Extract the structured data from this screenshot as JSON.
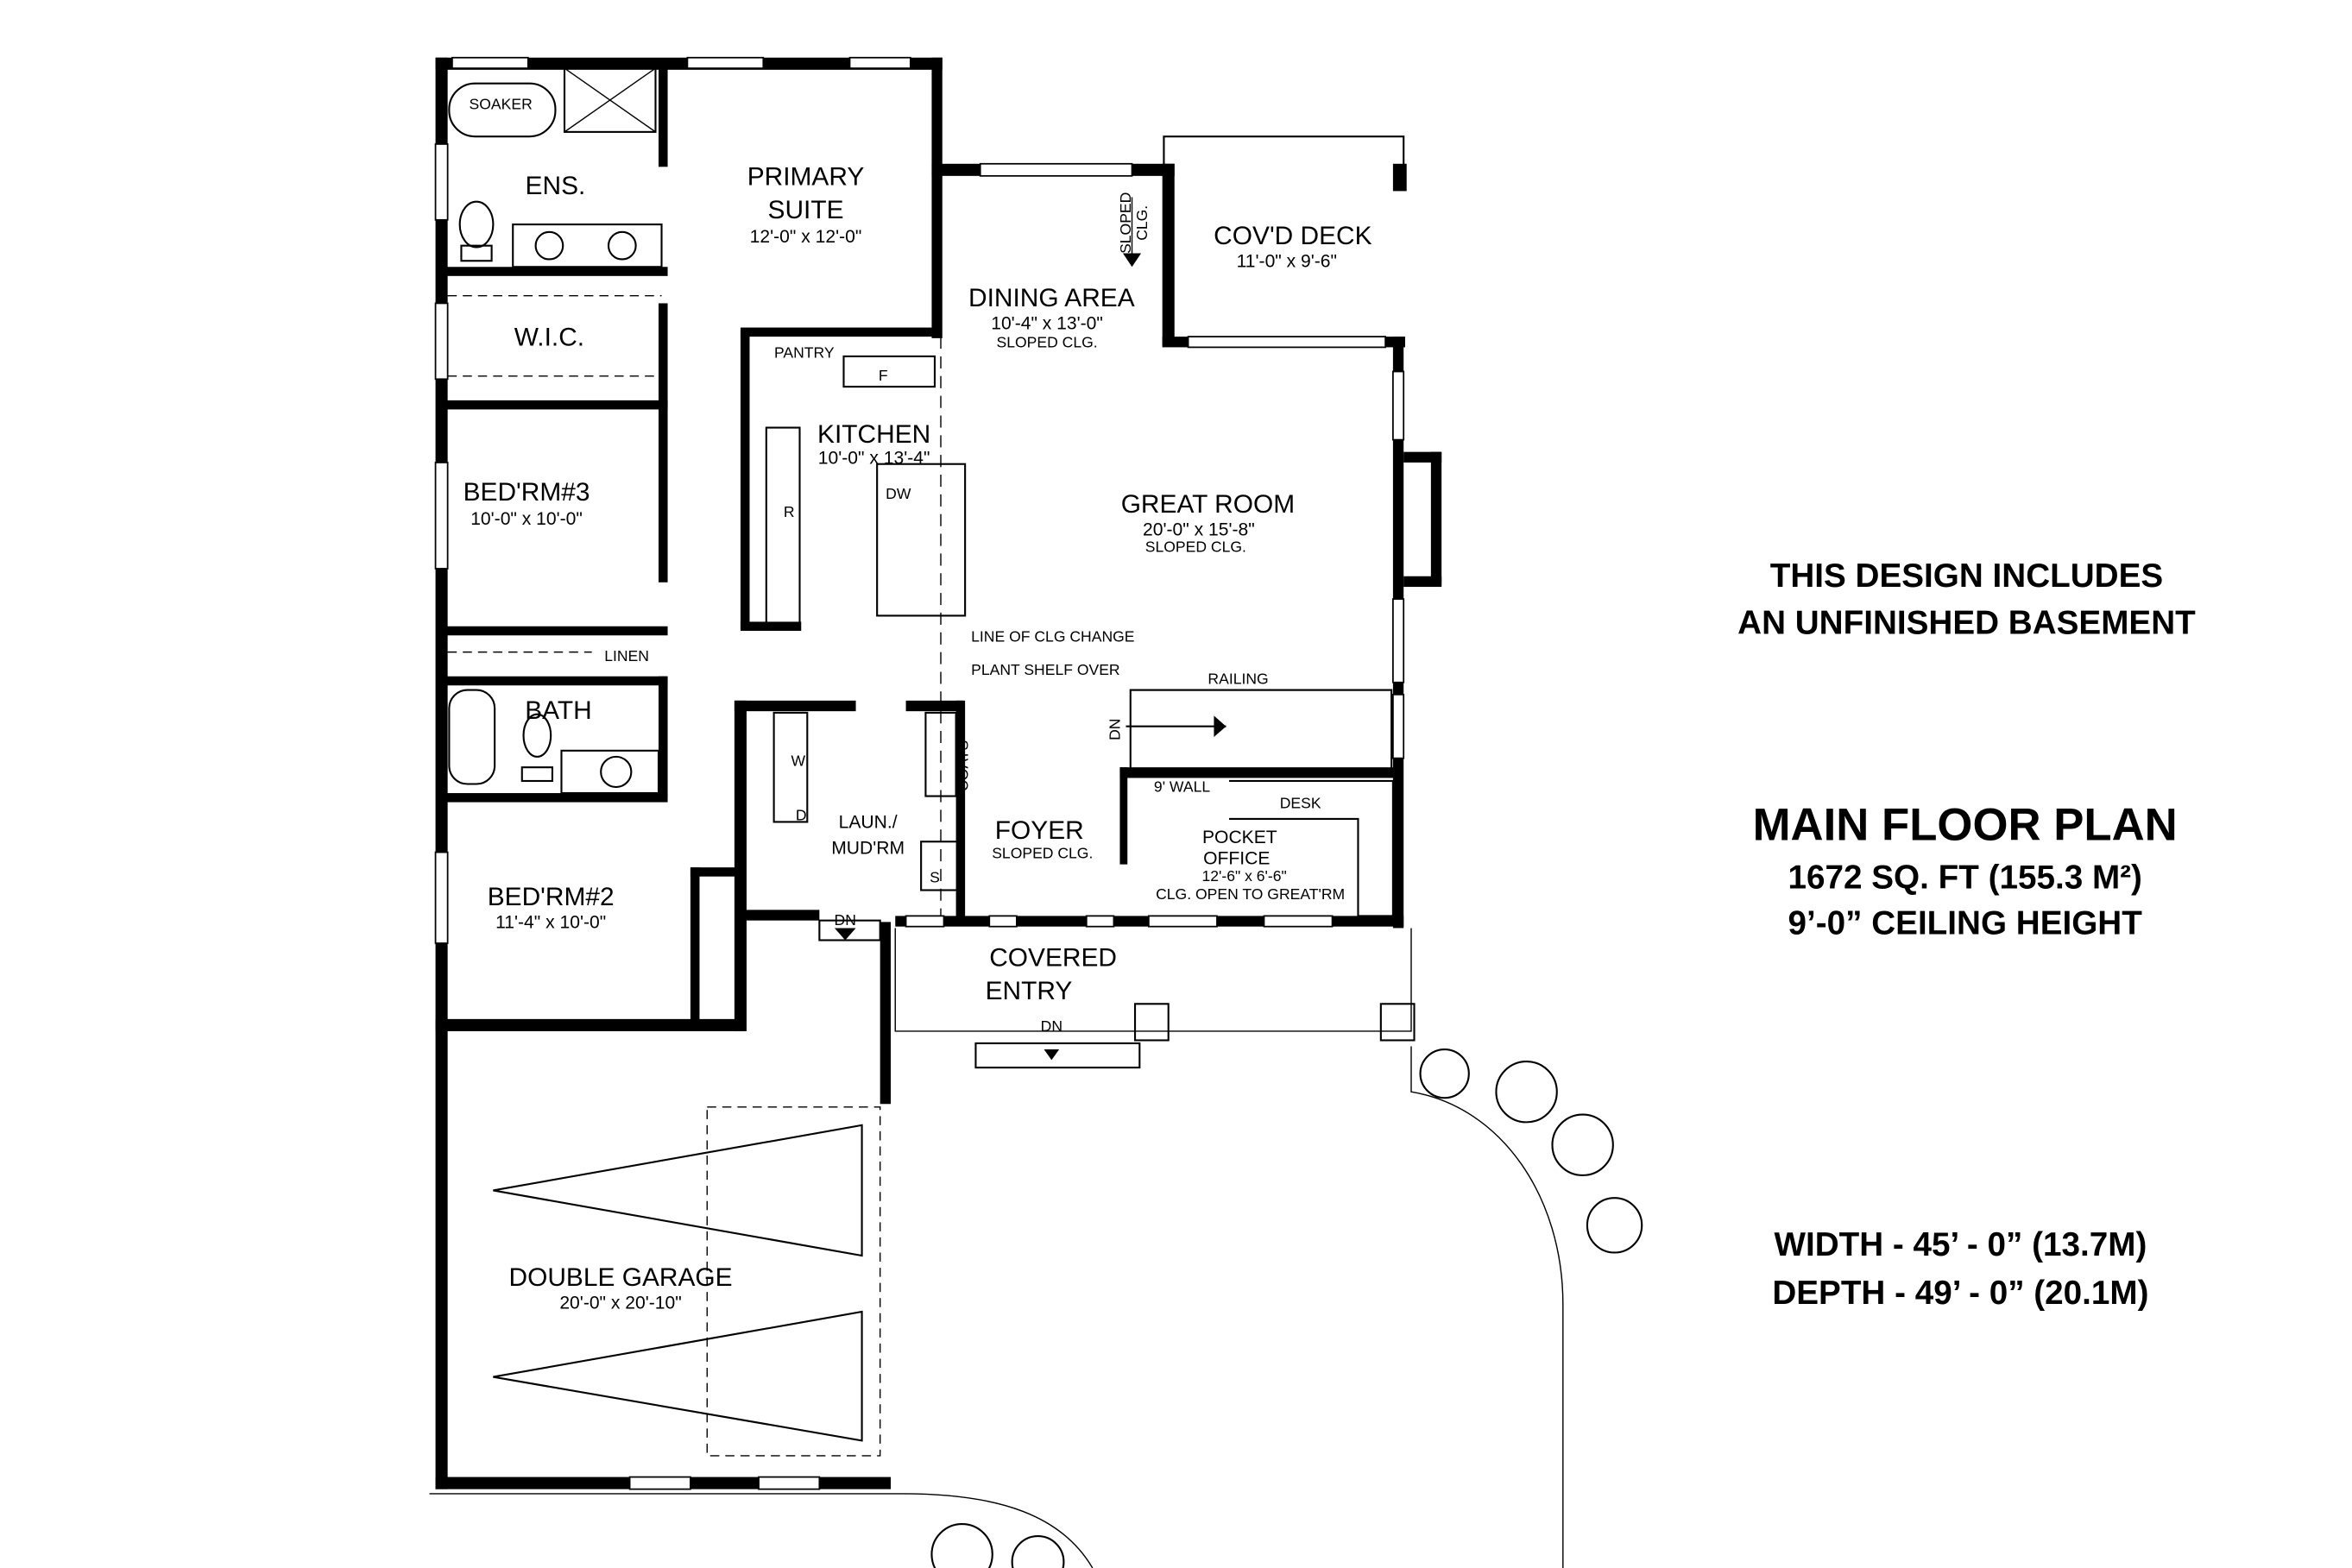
{
  "rooms": {
    "primary": {
      "name1": "PRIMARY",
      "name2": "SUITE",
      "dims": "12'-0\" x 12'-0\""
    },
    "ensuite": {
      "name": "ENS."
    },
    "soaker": {
      "name": "SOAKER"
    },
    "wic": {
      "name": "W.I.C."
    },
    "bed3": {
      "name": "BED'RM#3",
      "dims": "10'-0\" x 10'-0\""
    },
    "linen": {
      "name": "LINEN"
    },
    "bath": {
      "name": "BATH"
    },
    "bed2": {
      "name": "BED'RM#2",
      "dims": "11'-4\" x 10'-0\""
    },
    "pantry": {
      "name": "PANTRY"
    },
    "kitchen": {
      "name": "KITCHEN",
      "dims": "10'-0\" x 13'-4\"",
      "fridge": "R",
      "freezer": "F",
      "dishwasher": "DW"
    },
    "dining": {
      "name": "DINING AREA",
      "dims": "10'-4\" x 13'-0\"",
      "note": "SLOPED CLG.",
      "slope_label1": "SLOPED",
      "slope_label2": "CLG."
    },
    "deck": {
      "name": "COV'D DECK",
      "dims": "11'-0\" x 9'-6\""
    },
    "great": {
      "name": "GREAT ROOM",
      "dims": "20'-0\" x 15'-8\"",
      "note": "SLOPED CLG."
    },
    "laundry": {
      "name1": "LAUN./",
      "name2": "MUD'RM",
      "washer": "W",
      "dryer": "D",
      "sink": "S"
    },
    "coats": {
      "name": "COATS"
    },
    "foyer": {
      "name": "FOYER",
      "note": "SLOPED CLG."
    },
    "office": {
      "name1": "POCKET",
      "name2": "OFFICE",
      "dims": "12'-6\" x 6'-6\"",
      "note": "CLG. OPEN TO GREAT'RM",
      "desk": "DESK",
      "wall": "9' WALL"
    },
    "entry": {
      "name1": "COVERED",
      "name2": "ENTRY"
    },
    "garage": {
      "name": "DOUBLE GARAGE",
      "dims": "20'-0\" x 20'-10\""
    }
  },
  "annotations": {
    "clg_change": "LINE OF CLG CHANGE",
    "plant_shelf": "PLANT SHELF OVER",
    "railing": "RAILING",
    "dn_stairs": "DN",
    "dn_mud": "DN",
    "dn_entry": "DN"
  },
  "info": {
    "basement_line1": "THIS DESIGN INCLUDES",
    "basement_line2": "AN UNFINISHED BASEMENT",
    "title": "MAIN FLOOR PLAN",
    "area": "1672 SQ. FT (155.3 M²)",
    "ceiling": "9’-0” CEILING HEIGHT",
    "width": "WIDTH - 45’ - 0” (13.7M)",
    "depth": "DEPTH - 49’ - 0” (20.1M)"
  }
}
